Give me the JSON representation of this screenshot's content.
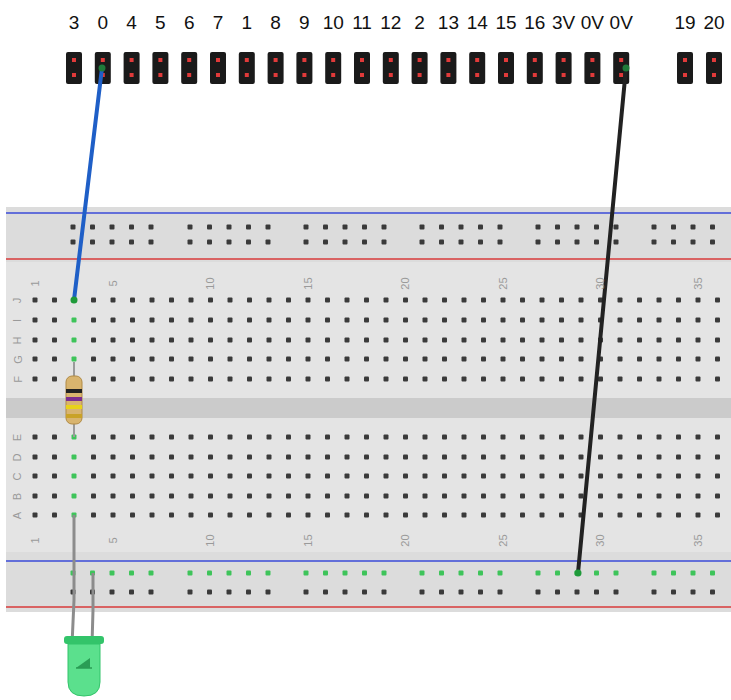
{
  "diagram": {
    "labels": [
      "3",
      "0",
      "4",
      "5",
      "6",
      "7",
      "1",
      "8",
      "9",
      "10",
      "11",
      "12",
      "2",
      "13",
      "14",
      "15",
      "16",
      "3V",
      "0V",
      "0V",
      "19",
      "20",
      "1",
      "5",
      "10",
      "15",
      "20",
      "25",
      "30",
      "35",
      "J",
      "I",
      "H",
      "G",
      "F",
      "E",
      "D",
      "C",
      "B",
      "A",
      "1",
      "5",
      "10",
      "15",
      "20",
      "25",
      "30",
      "35"
    ]
  }
}
